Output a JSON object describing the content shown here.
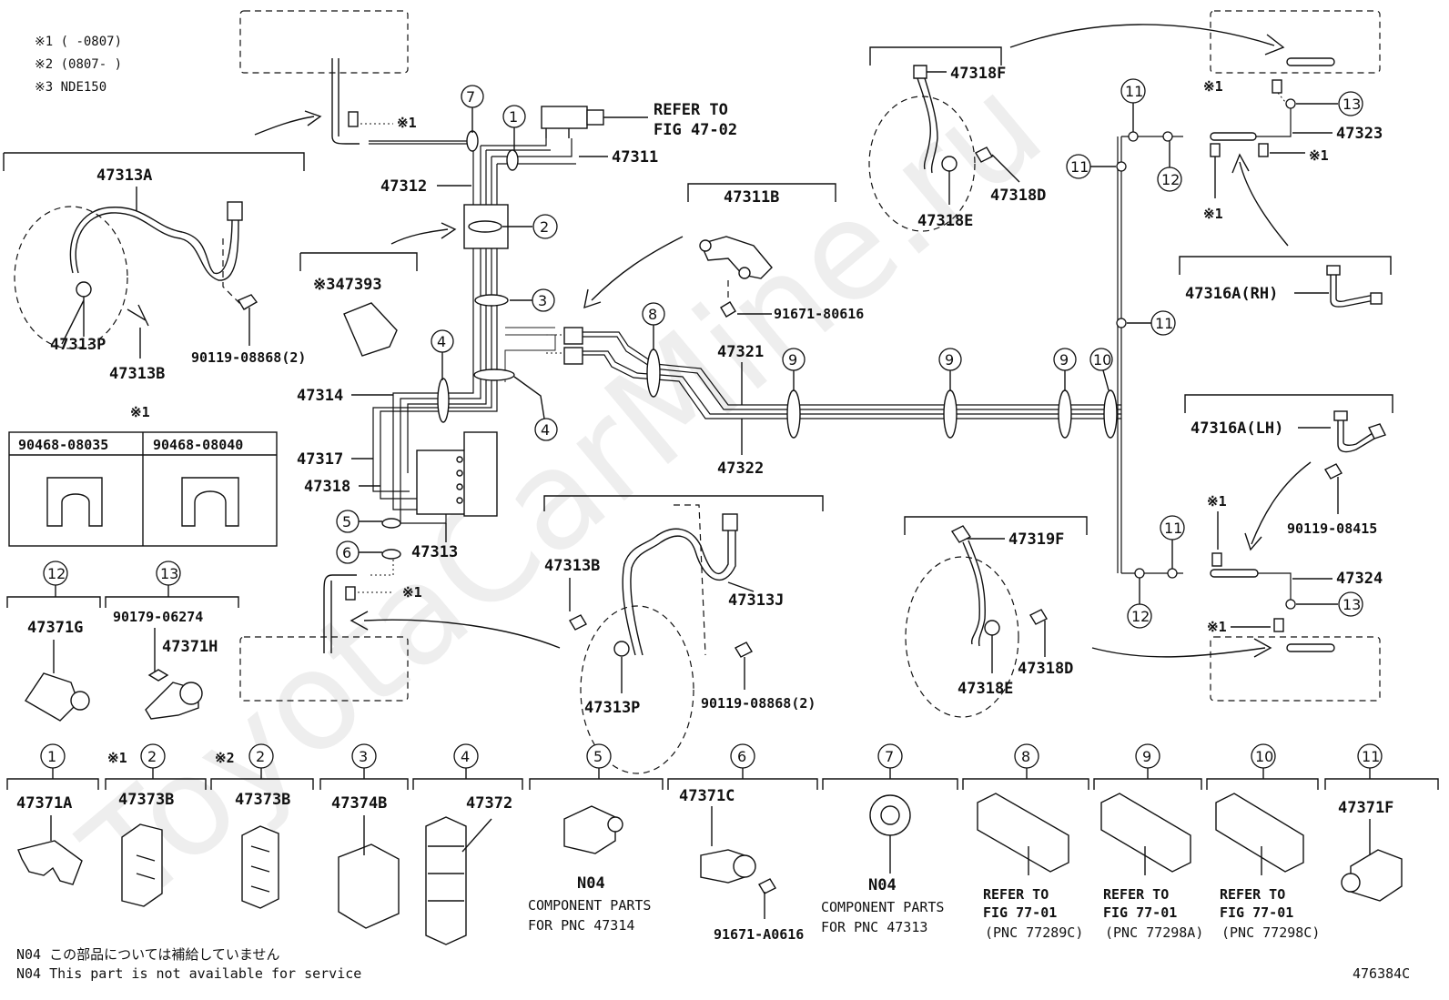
{
  "legend": {
    "notes": [
      "※1 (      -0807)",
      "※2 (0807-      )",
      "※3 NDE150"
    ]
  },
  "labels": {
    "p47313A": "47313A",
    "p47313P_left": "47313P",
    "p47313B_left": "47313B",
    "p90119_left": "90119-08868(2)",
    "p47393": "※347393",
    "p47312": "47312",
    "p47311": "47311",
    "refer_fig": [
      "REFER TO",
      "FIG 47-02"
    ],
    "p47314": "47314",
    "p47317": "47317",
    "p47318": "47318",
    "p47313": "47313",
    "p47311B": "47311B",
    "p91671_80616": "91671-80616",
    "p47321": "47321",
    "p47322": "47322",
    "p47313B_mid": "47313B",
    "p47313J": "47313J",
    "p47313P_mid": "47313P",
    "p90119_mid": "90119-08868(2)",
    "p47318F": "47318F",
    "p47318D_top": "47318D",
    "p47318E_top": "47318E",
    "p47323": "47323",
    "p47316A_RH": "47316A(RH)",
    "p47316A_LH": "47316A(LH)",
    "p90119_08415": "90119-08415",
    "p47319F": "47319F",
    "p47318D_bot": "47318D",
    "p47318E_bot": "47318E",
    "p47324": "47324",
    "mark1": "※1"
  },
  "clip_table": {
    "header_mark": "※1",
    "columns": [
      "90468-08035",
      "90468-08040"
    ]
  },
  "bottom_row": [
    {
      "num": "①",
      "prefix": "",
      "part": "47371A"
    },
    {
      "num": "②",
      "prefix": "※1",
      "part": "47373B"
    },
    {
      "num": "②",
      "prefix": "※2",
      "part": "47373B"
    },
    {
      "num": "③",
      "prefix": "",
      "part": "47374B"
    },
    {
      "num": "④",
      "prefix": "",
      "part": "47372"
    },
    {
      "num": "⑤",
      "prefix": "",
      "part": "N04"
    },
    {
      "num": "⑥",
      "prefix": "",
      "part": "47371C"
    },
    {
      "num": "⑦",
      "prefix": "",
      "part": "N04"
    },
    {
      "num": "⑧",
      "prefix": "",
      "part": ""
    },
    {
      "num": "⑨",
      "prefix": "",
      "part": ""
    },
    {
      "num": "⑩",
      "prefix": "",
      "part": ""
    },
    {
      "num": "⑪",
      "prefix": "",
      "part": "47371F"
    }
  ],
  "bottom_captions": {
    "comp_47314": [
      "COMPONENT PARTS",
      "FOR PNC 47314"
    ],
    "p91671_A0616": "91671-A0616",
    "comp_47313": [
      "COMPONENT PARTS",
      "FOR PNC 47313"
    ],
    "ref8": [
      "REFER TO",
      "FIG 77-01",
      "(PNC 77289C)"
    ],
    "ref9": [
      "REFER TO",
      "FIG 77-01",
      "(PNC 77298A)"
    ],
    "ref10": [
      "REFER TO",
      "FIG 77-01",
      "(PNC 77298C)"
    ]
  },
  "row12_13": {
    "num12": "⑫",
    "part12": "47371G",
    "num13": "⑬",
    "part13_code": "90179-06274",
    "part13": "47371H"
  },
  "footer": {
    "note_jp": "N04 この部品については補給していません",
    "note_en": "N04 This part is not available for service",
    "fig_code": "476384C"
  },
  "watermark": "ToyotaCarMine.ru"
}
